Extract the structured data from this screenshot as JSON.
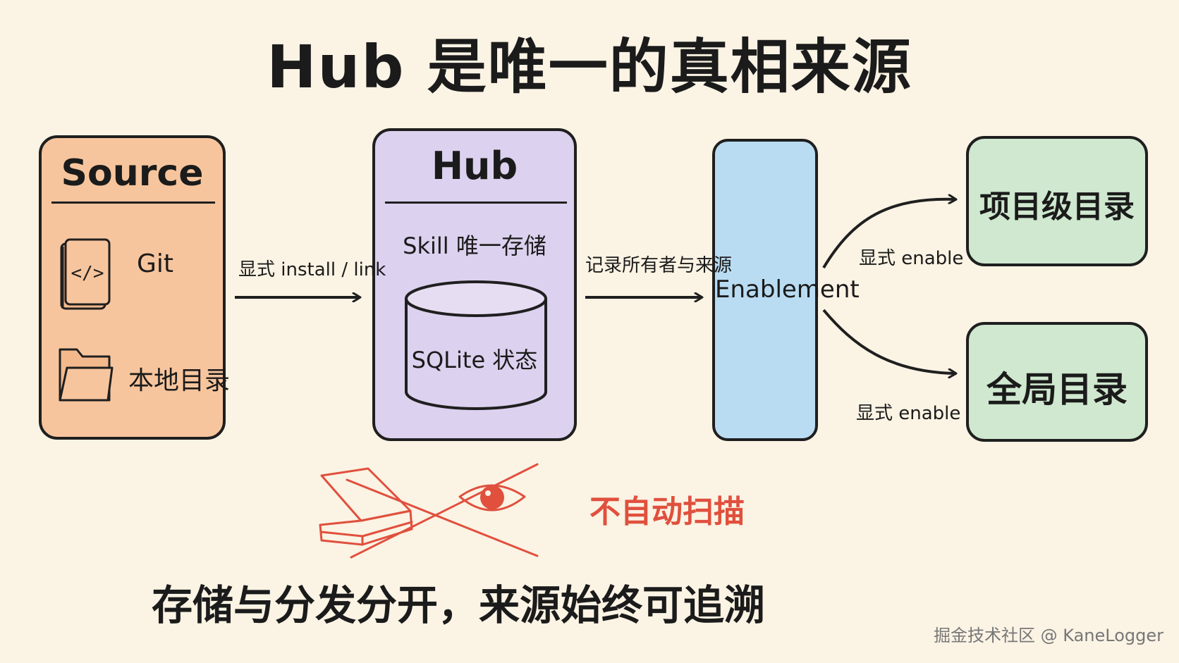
{
  "title": "Hub 是唯一的真相来源",
  "source": {
    "title": "Source",
    "items": [
      {
        "label": "Git",
        "icon": "code-book-icon"
      },
      {
        "label": "本地目录",
        "icon": "folder-icon"
      }
    ]
  },
  "hub": {
    "title": "Hub",
    "subtitle": "Skill 唯一存储",
    "db_label": "SQLite 状态",
    "db_icon": "database-cylinder-icon"
  },
  "enablement": {
    "label": "Enablement"
  },
  "targets": {
    "project": "项目级目录",
    "global": "全局目录"
  },
  "edges": {
    "source_to_hub": "显式 install / link",
    "hub_to_enablement": "记录所有者与来源",
    "enable_project": "显式 enable",
    "enable_global": "显式 enable"
  },
  "warning": {
    "text": "不自动扫描",
    "icon": "crossed-scanner-eye-icon",
    "color": "#e0503d"
  },
  "footer": "存储与分发分开，来源始终可追溯",
  "watermark": "掘金技术社区 @ KaneLogger"
}
